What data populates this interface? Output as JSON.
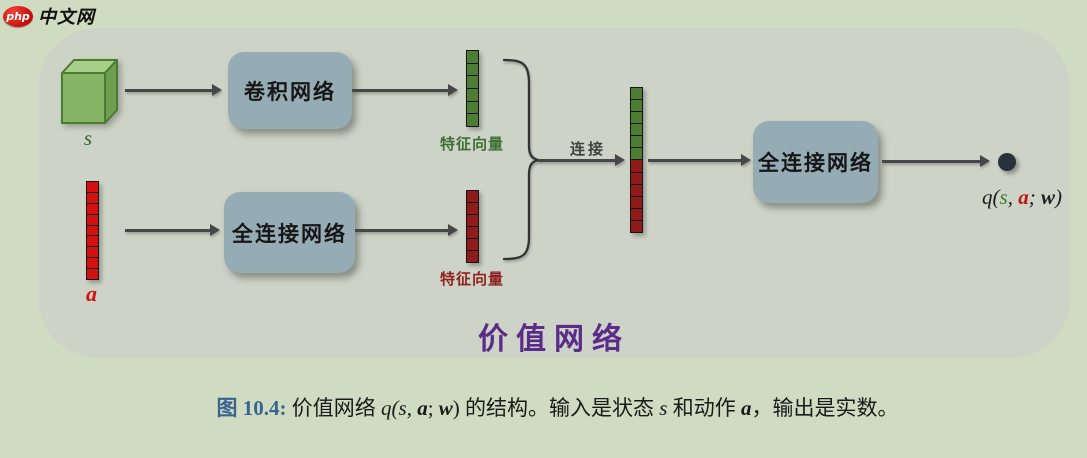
{
  "logo": {
    "brand": "php",
    "site": "中文网"
  },
  "diagram": {
    "title": "价值网络",
    "boxes": {
      "conv": "卷积网络",
      "fc_action": "全连接网络",
      "fc_final": "全连接网络"
    },
    "inputs": {
      "state": "s",
      "action": "a"
    },
    "feature_labels": {
      "state": "特征向量",
      "action": "特征向量"
    },
    "concat_label": "连接",
    "output": {
      "q": "q",
      "open": "(",
      "s": "s",
      "comma": ", ",
      "a": "a",
      "semi": "; ",
      "w": "w",
      "close": ")"
    },
    "vectors": {
      "action_input_cells": 9,
      "state_feature_cells": 6,
      "action_feature_cells": 6,
      "concat_green_cells": 6,
      "concat_red_cells": 6
    }
  },
  "caption": {
    "figure_label": "图 10.4:",
    "text_1": " 价值网络 ",
    "math_q": "q(",
    "math_s": "s",
    "math_c1": ", ",
    "math_a": "a",
    "math_c2": "; ",
    "math_w": "w",
    "math_close": ")",
    "text_2": " 的结构。输入是状态 ",
    "state_var": "s",
    "text_3": " 和动作 ",
    "action_var": "a",
    "text_4": "，输出是实数。"
  },
  "colors": {
    "page-bg": "#cfdcc1",
    "panel-bg": "#cdd3c6",
    "box-fill": "#95acb5",
    "box-text": "#161616",
    "cube-front": "#86b566",
    "cube-top": "#a8cf87",
    "cube-side": "#6d9f4f",
    "cube-border": "#4b7a33",
    "action-red": "#d41111",
    "feature-green": "#4d7c33",
    "feature-red": "#8f1b1b",
    "label-green": "#3d7032",
    "label-red": "#8f2020",
    "arrow": "#474747",
    "title-purple": "#5b2b8a",
    "caption-blue": "#39648f",
    "dot": "#28323a",
    "s-green": "#3a7a35",
    "a-red": "#c01616"
  }
}
